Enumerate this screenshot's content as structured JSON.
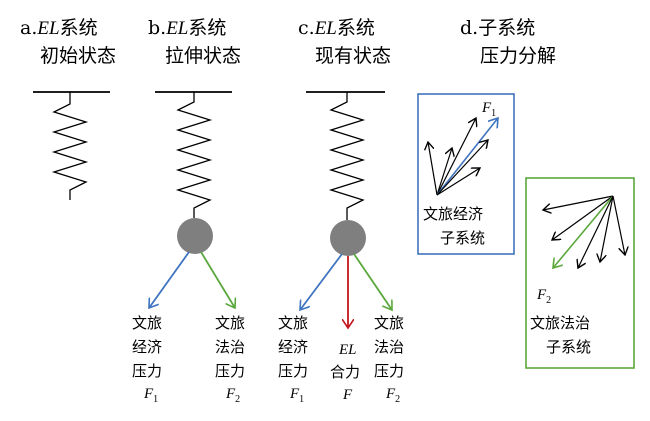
{
  "colors": {
    "blue": "#3f74c0",
    "green": "#5aa83c",
    "red": "#c4161c",
    "gray": "#7f7f7f",
    "ink": "#000000"
  },
  "panels": {
    "a": {
      "prefix": "a.",
      "system": "EL",
      "suffix": "系统",
      "line2": "初始状态"
    },
    "b": {
      "prefix": "b.",
      "system": "EL",
      "suffix": "系统",
      "line2": "拉伸状态"
    },
    "c": {
      "prefix": "c.",
      "system": "EL",
      "suffix": "系统",
      "line2": "现有状态"
    },
    "d": {
      "prefix": "d.",
      "line1": "子系统",
      "line2": "压力分解"
    }
  },
  "forces": {
    "b_left": {
      "line1": "文旅",
      "line2": "经济",
      "line3": "压力",
      "symbol": "F",
      "sub": "1"
    },
    "b_right": {
      "line1": "文旅",
      "line2": "法治",
      "line3": "压力",
      "symbol": "F",
      "sub": "2"
    },
    "c_left": {
      "line1": "文旅",
      "line2": "经济",
      "line3": "压力",
      "symbol": "F",
      "sub": "1"
    },
    "c_mid": {
      "line1": "EL",
      "line2": "合力",
      "symbol": "F"
    },
    "c_right": {
      "line1": "文旅",
      "line2": "法治",
      "line3": "压力",
      "symbol": "F",
      "sub": "2"
    }
  },
  "subsystems": {
    "economy": {
      "vector_symbol": "F",
      "vector_sub": "1",
      "line1": "文旅经济",
      "line2": "子系统"
    },
    "law": {
      "vector_symbol": "F",
      "vector_sub": "2",
      "line1": "文旅法治",
      "line2": "子系统"
    }
  }
}
